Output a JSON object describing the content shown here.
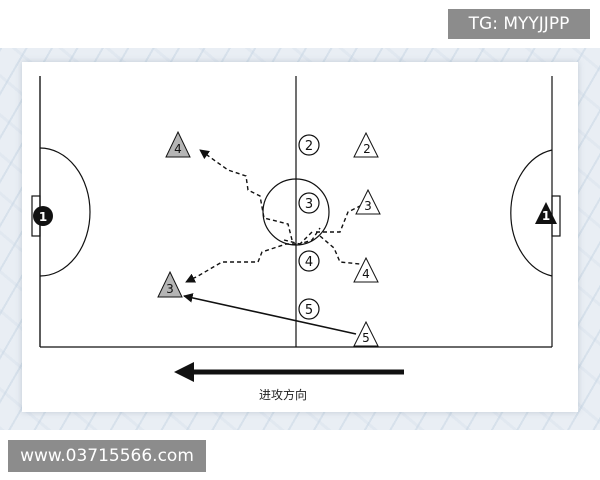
{
  "watermark_top": "TG: MYYJJPP",
  "watermark_bottom": "www.03715566.com",
  "direction_caption": "进攻方向",
  "goalkeepers": {
    "left": "1",
    "right": "1"
  },
  "circle_players": [
    "2",
    "3",
    "4",
    "5"
  ],
  "triangle_players": {
    "gray": [
      "4",
      "3"
    ],
    "white": [
      "2",
      "3",
      "4",
      "5"
    ]
  },
  "colors": {
    "line": "#111111",
    "gray_triangle": "#b5b5b5",
    "background": "#e9eef4"
  }
}
